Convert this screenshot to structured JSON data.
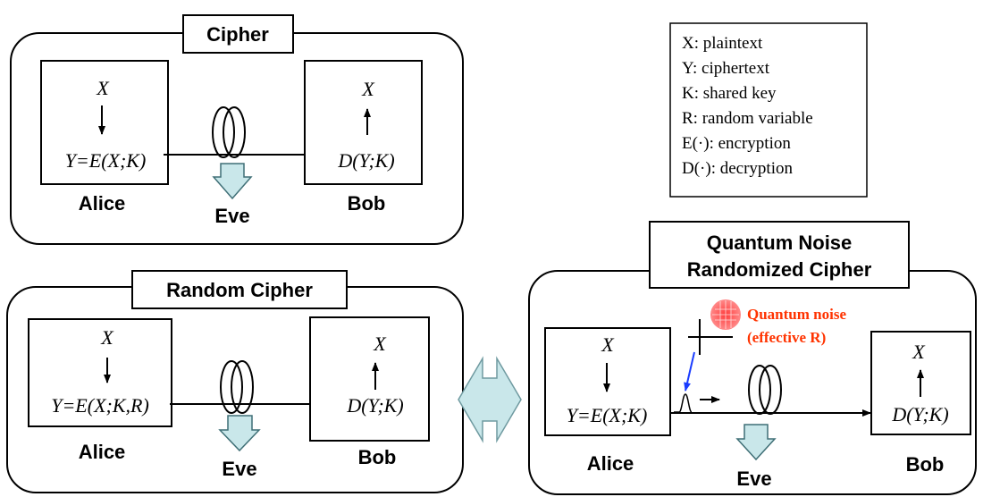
{
  "panels": {
    "cipher": {
      "title": "Cipher",
      "alice_input": "X",
      "alice_eq": "Y=E(X;K)",
      "bob_output": "X",
      "bob_eq": "D(Y;K)",
      "alice_label": "Alice",
      "bob_label": "Bob",
      "eve_label": "Eve"
    },
    "random_cipher": {
      "title": "Random Cipher",
      "alice_input": "X",
      "alice_eq": "Y=E(X;K,R)",
      "bob_output": "X",
      "bob_eq": "D(Y;K)",
      "alice_label": "Alice",
      "bob_label": "Bob",
      "eve_label": "Eve"
    },
    "qnrc": {
      "title_line1": "Quantum Noise",
      "title_line2": "Randomized Cipher",
      "alice_input": "X",
      "alice_eq": "Y=E(X;K)",
      "bob_output": "X",
      "bob_eq": "D(Y;K)",
      "alice_label": "Alice",
      "bob_label": "Bob",
      "eve_label": "Eve",
      "noise_line1": "Quantum noise",
      "noise_line2": "(effective R)"
    }
  },
  "legend": [
    "X: plaintext",
    "Y: ciphertext",
    "K: shared key",
    "R: random variable",
    "E(·): encryption",
    "D(·): decryption"
  ],
  "colors": {
    "eve_arrow_fill": "#c9e7ea",
    "eve_arrow_stroke": "#3f6f76",
    "noise_text": "#ff3300",
    "noise_pointer": "#1a3cff",
    "noise_blob": "#ff5a5a"
  }
}
